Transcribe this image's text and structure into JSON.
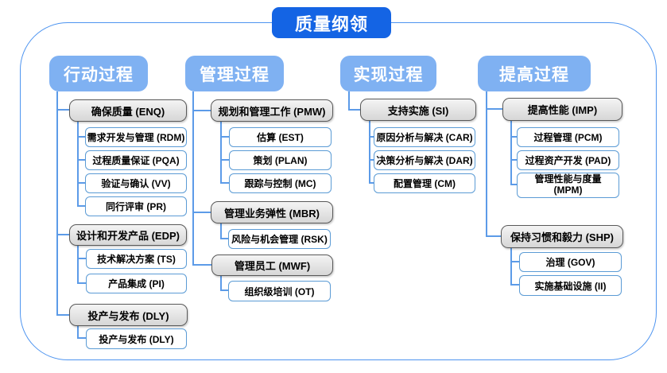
{
  "title": "质量纲领",
  "palette": {
    "title_bg": "#1464E4",
    "header_bg": "#7FB1F2",
    "outer_border": "#4D94F0",
    "connector": "#5C9BE8",
    "leaf_border": "#5B9BD5",
    "group_border": "#595959",
    "group_bg": "#D9D9D9"
  },
  "columns": [
    {
      "header": "行动过程",
      "groups": [
        {
          "label": "确保质量 (ENQ)",
          "children": [
            "需求开发与管理 (RDM)",
            "过程质量保证 (PQA)",
            "验证与确认 (VV)",
            "同行评审 (PR)"
          ]
        },
        {
          "label": "设计和开发产品 (EDP)",
          "children": [
            "技术解决方案 (TS)",
            "产品集成 (PI)"
          ]
        },
        {
          "label": "投产与发布 (DLY)",
          "children": [
            "投产与发布 (DLY)"
          ]
        }
      ]
    },
    {
      "header": "管理过程",
      "groups": [
        {
          "label": "规划和管理工作 (PMW)",
          "children": [
            "估算 (EST)",
            "策划 (PLAN)",
            "跟踪与控制 (MC)"
          ]
        },
        {
          "label": "管理业务弹性 (MBR)",
          "children": [
            "风险与机会管理 (RSK)"
          ]
        },
        {
          "label": "管理员工 (MWF)",
          "children": [
            "组织级培训 (OT)"
          ]
        }
      ]
    },
    {
      "header": "实现过程",
      "groups": [
        {
          "label": "支持实施 (SI)",
          "children": [
            "原因分析与解决 (CAR)",
            "决策分析与解决 (DAR)",
            "配置管理 (CM)"
          ]
        }
      ]
    },
    {
      "header": "提高过程",
      "groups": [
        {
          "label": "提高性能 (IMP)",
          "children": [
            "过程管理 (PCM)",
            "过程资产开发 (PAD)",
            "管理性能与度量\n(MPM)"
          ]
        },
        {
          "label": "保持习惯和毅力 (SHP)",
          "children": [
            "治理 (GOV)",
            "实施基础设施 (II)"
          ]
        }
      ]
    }
  ]
}
